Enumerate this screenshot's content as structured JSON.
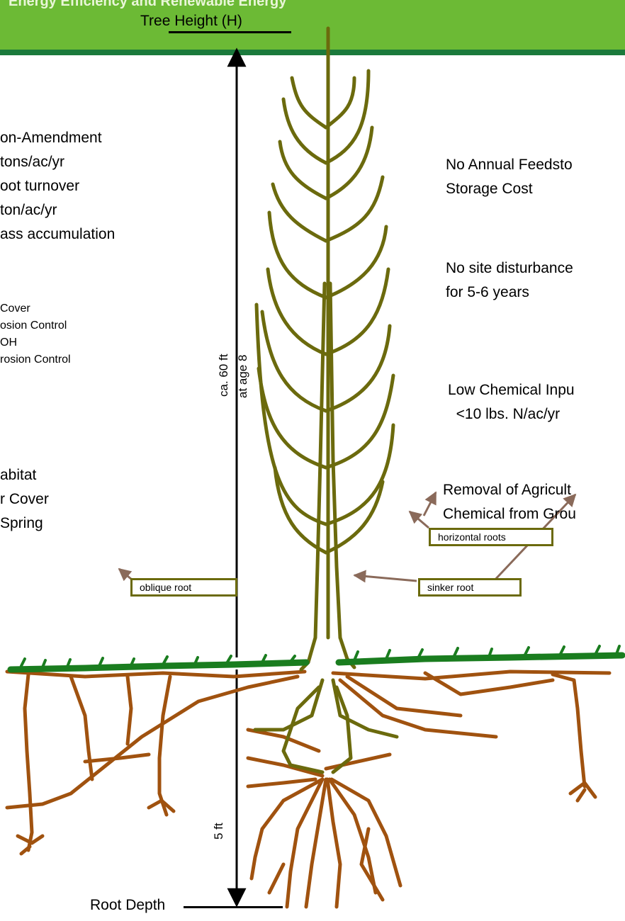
{
  "banner": {
    "title": "Energy Efficiency and Renewable Energy"
  },
  "labels": {
    "tree_height": "Tree Height (H)",
    "root_depth": "Root Depth",
    "height_value": "ca. 60 ft",
    "height_age": "at age 8",
    "depth_value": "5 ft"
  },
  "left_text": {
    "block1": [
      "on-Amendment",
      "tons/ac/yr",
      "oot turnover",
      "ton/ac/yr",
      "ass accumulation"
    ],
    "block2": [
      "Cover",
      "osion Control",
      "OH",
      "rosion Control"
    ],
    "block3": [
      "abitat",
      "r Cover",
      "Spring"
    ]
  },
  "right_text": {
    "item1": [
      "No Annual Feedsto",
      "Storage Cost"
    ],
    "item2": [
      "No site disturbance",
      "for 5-6 years"
    ],
    "item3": [
      "Low Chemical Inpu",
      "  <10 lbs. N/ac/yr"
    ],
    "item4": [
      "Removal of Agricult",
      "Chemical from Grou"
    ]
  },
  "callouts": {
    "horizontal": "horizontal roots",
    "oblique": "oblique root",
    "sinker": "sinker root"
  },
  "colors": {
    "banner_green": "#6cba35",
    "tree_olive": "#6b6a0d",
    "root_brown": "#a0520f",
    "grass_green": "#1a7d1f",
    "arrow_gray": "#8a6a5a"
  }
}
